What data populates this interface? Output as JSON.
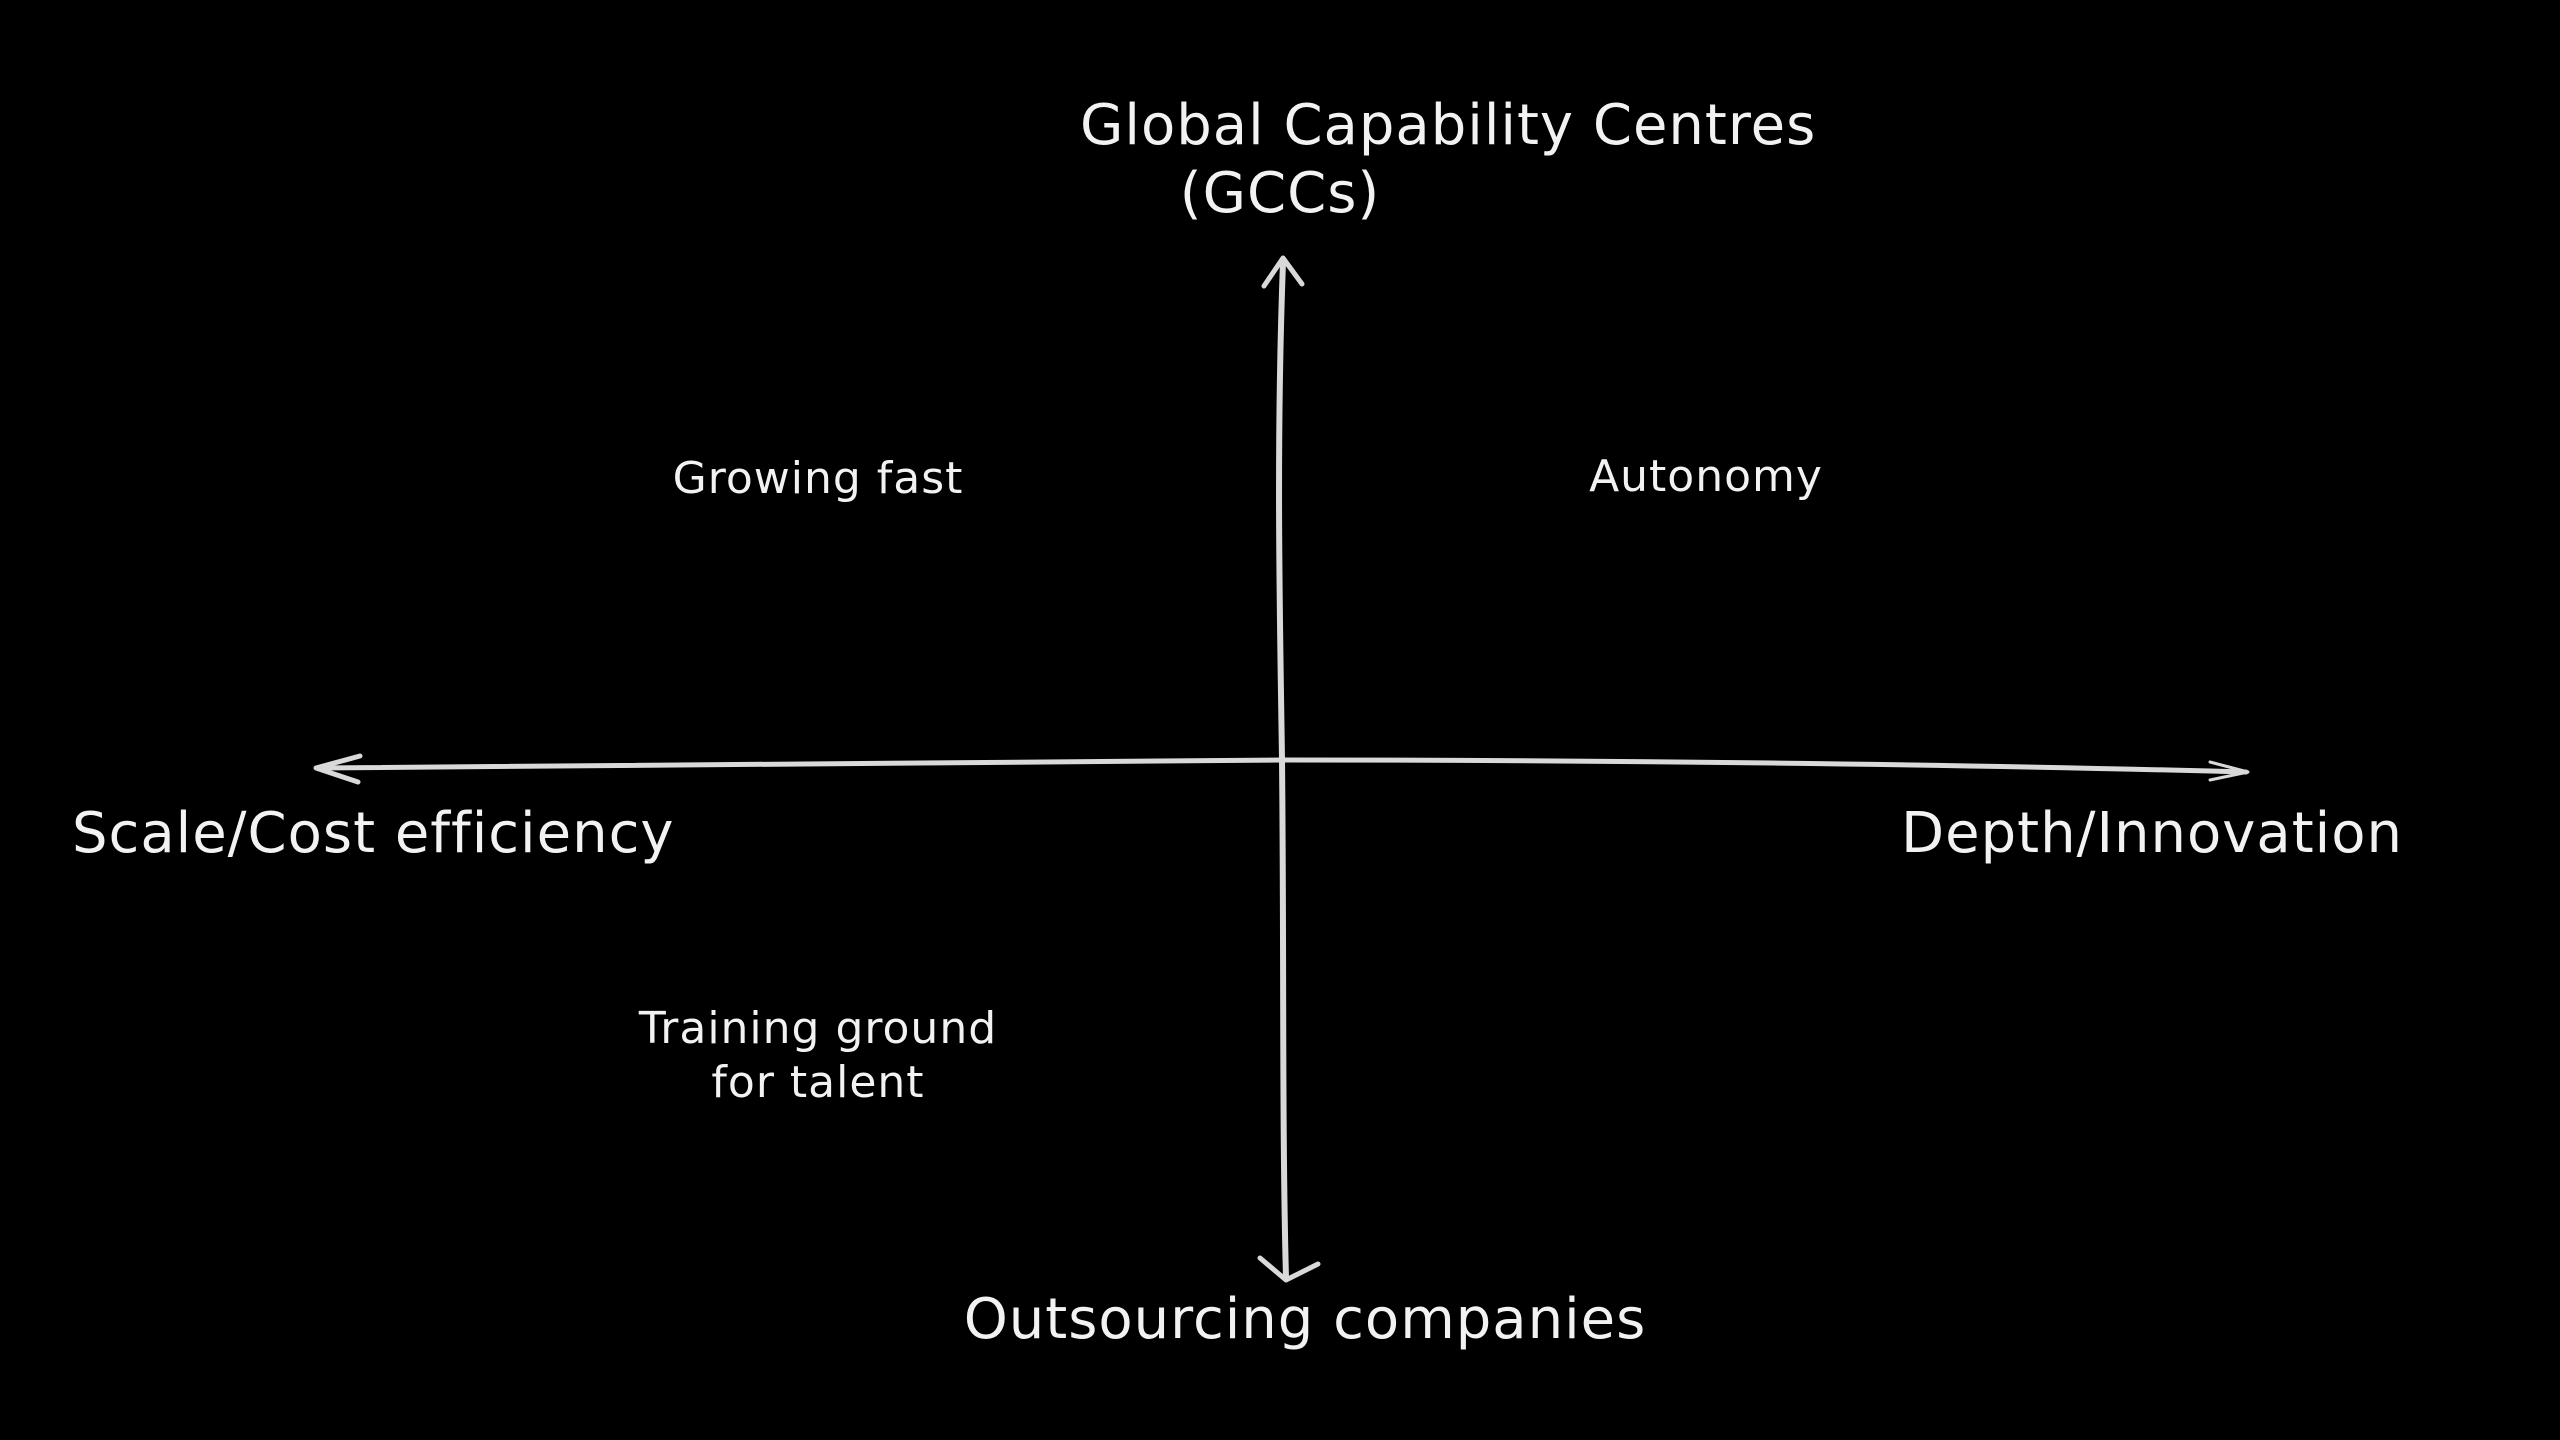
{
  "diagram": {
    "axis_top": {
      "line1": "Global Capability Centres",
      "line2": "(GCCs)"
    },
    "axis_bottom": "Outsourcing companies",
    "axis_left": "Scale/Cost efficiency",
    "axis_right": "Depth/Innovation",
    "quadrants": {
      "top_left": "Growing fast",
      "top_right": "Autonomy",
      "bottom_left": {
        "line1": "Training ground",
        "line2": "for talent"
      }
    },
    "colors": {
      "background": "#000000",
      "ink": "#f2f2f2",
      "axis_stroke": "#d9d9d9"
    }
  }
}
